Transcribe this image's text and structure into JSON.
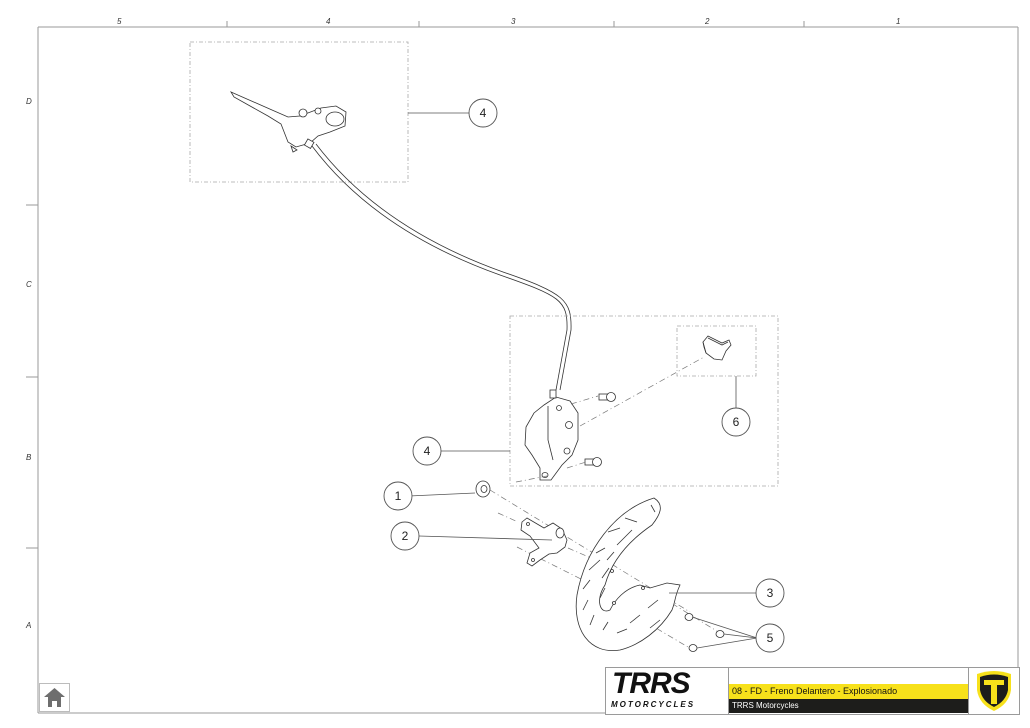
{
  "drawing": {
    "title": "08 - FD - Freno Delantero - Explosionado",
    "subtitle": "TRRS Motorcycles",
    "brand": {
      "logo_text": "TRRS",
      "logo_tagline": "MOTORCYCLES",
      "accent_color": "#f7e11b",
      "dark_color": "#1d1d1b"
    },
    "emblem_icon": "trrs-shield-icon",
    "home_icon": "home-icon"
  },
  "grid": {
    "columns": [
      "5",
      "4",
      "3",
      "2",
      "1"
    ],
    "rows": [
      "D",
      "C",
      "B",
      "A"
    ]
  },
  "callouts": [
    {
      "id": "callout-4-lever",
      "number": "4",
      "part": "brake-lever-master-cylinder"
    },
    {
      "id": "callout-4-caliper",
      "number": "4",
      "part": "brake-caliper"
    },
    {
      "id": "callout-6",
      "number": "6",
      "part": "brake-pads"
    },
    {
      "id": "callout-1",
      "number": "1",
      "part": "spacer"
    },
    {
      "id": "callout-2",
      "number": "2",
      "part": "caliper-bracket"
    },
    {
      "id": "callout-3",
      "number": "3",
      "part": "brake-disc"
    },
    {
      "id": "callout-5",
      "number": "5",
      "part": "disc-bolts"
    }
  ]
}
